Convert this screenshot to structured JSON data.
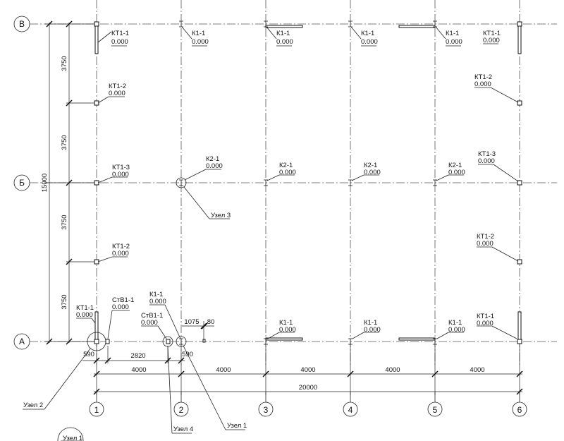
{
  "axes": {
    "rows": [
      "В",
      "Б",
      "А"
    ],
    "cols": [
      "1",
      "2",
      "3",
      "4",
      "5",
      "6"
    ]
  },
  "dims": {
    "vertical_segments": [
      "3750",
      "3750",
      "3750",
      "3750"
    ],
    "vertical_total": "15000",
    "horizontal_segments": [
      "4000",
      "4000",
      "4000",
      "4000",
      "4000"
    ],
    "horizontal_total": "20000",
    "d590_left": "590",
    "d590_right": "590",
    "d2820": "2820",
    "d1075": "1075",
    "d80": "80"
  },
  "columns": [
    {
      "name": "КТ1-1",
      "level": "0.000"
    },
    {
      "name": "К1-1",
      "level": "0.000"
    },
    {
      "name": "К1-1",
      "level": "0.000"
    },
    {
      "name": "К1-1",
      "level": "0.000"
    },
    {
      "name": "К1-1",
      "level": "0.000"
    },
    {
      "name": "КТ1-1",
      "level": "0.000"
    },
    {
      "name": "КТ1-2",
      "level": "0.000"
    },
    {
      "name": "КТ1-2",
      "level": "0.000"
    },
    {
      "name": "КТ1-3",
      "level": "0.000"
    },
    {
      "name": "К2-1",
      "level": "0.000"
    },
    {
      "name": "К2-1",
      "level": "0.000"
    },
    {
      "name": "К2-1",
      "level": "0.000"
    },
    {
      "name": "К2-1",
      "level": "0.000"
    },
    {
      "name": "КТ1-3",
      "level": "0.000"
    },
    {
      "name": "КТ1-2",
      "level": "0.000"
    },
    {
      "name": "КТ1-2",
      "level": "0.000"
    },
    {
      "name": "КТ1-1",
      "level": "0.000"
    },
    {
      "name": "СтВ1-1",
      "level": "0.000"
    },
    {
      "name": "СтВ1-1",
      "level": "0.000"
    },
    {
      "name": "К1-1",
      "level": "0.000"
    },
    {
      "name": "К1-1",
      "level": "0.000"
    },
    {
      "name": "К1-1",
      "level": "0.000"
    },
    {
      "name": "К1-1",
      "level": "0.000"
    },
    {
      "name": "КТ1-1",
      "level": "0.000"
    }
  ],
  "nodes": [
    "Узел 3",
    "Узел 2",
    "Узел 4",
    "Узел 1",
    "Узел 1"
  ]
}
